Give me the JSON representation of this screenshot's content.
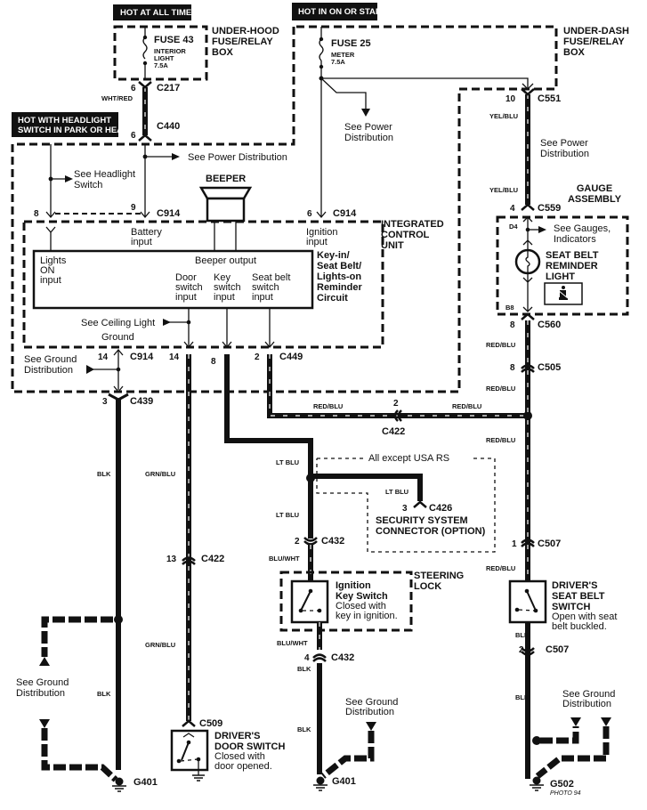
{
  "hot_labels": {
    "all_times": "HOT AT ALL TIMES",
    "on_or_start": "HOT IN ON OR START",
    "headlight_line1": "HOT WITH HEADLIGHT",
    "headlight_line2": "SWITCH IN PARK OR HEAD"
  },
  "boxes": {
    "under_hood": [
      "UNDER-HOOD",
      "FUSE/RELAY",
      "BOX"
    ],
    "under_dash": [
      "UNDER-DASH",
      "FUSE/RELAY",
      "BOX"
    ],
    "icu": [
      "INTEGRATED",
      "CONTROL",
      "UNIT"
    ],
    "gauge": [
      "GAUGE",
      "ASSEMBLY"
    ],
    "steering_lock": [
      "STEERING",
      "LOCK"
    ]
  },
  "fuses": {
    "fuse43": {
      "name": "FUSE 43",
      "desc": "INTERIOR",
      "desc2": "LIGHT",
      "rating": "7.5A"
    },
    "fuse25": {
      "name": "FUSE 25",
      "desc": "METER",
      "rating": "7.5A"
    }
  },
  "connectors": {
    "c217": "C217",
    "c440": "C440",
    "c914a": "C914",
    "c914b": "C914",
    "c914c": "C914",
    "c449": "C449",
    "c439": "C439",
    "c422a": "C422",
    "c422b": "C422",
    "c426": "C426",
    "c432a": "C432",
    "c432b": "C432",
    "c551": "C551",
    "c559": "C559",
    "c560": "C560",
    "c505": "C505",
    "c507a": "C507",
    "c507b": "C507",
    "c509": "C509",
    "g401a": "G401",
    "g401b": "G401",
    "g502": "G502"
  },
  "pins": {
    "c217": "6",
    "c440": "6",
    "c914_8": "8",
    "c914_9": "9",
    "c914_6": "6",
    "c914_14": "14",
    "c449_14": "14",
    "c449_8": "8",
    "c449_2": "2",
    "c439": "3",
    "c422_2": "2",
    "c422_13": "13",
    "c426": "3",
    "c432_2": "2",
    "c432_4": "4",
    "c551": "10",
    "c559": "4",
    "c560": "8",
    "c505": "8",
    "c507_1": "1",
    "c507_2": "2",
    "d4": "D4",
    "b8": "B8"
  },
  "wire_colors": {
    "wht_red": "WHT/RED",
    "yel_blu1": "YEL/BLU",
    "yel_blu2": "YEL/BLU",
    "red_blu1": "RED/BLU",
    "red_blu2": "RED/BLU",
    "red_blu3": "RED/BLU",
    "red_blu4": "RED/BLU",
    "red_blu5": "RED/BLU",
    "red_blu6": "RED/BLU",
    "blk1": "BLK",
    "blk2": "BLK",
    "blk3": "BLK",
    "blk4": "BLK",
    "blk5": "BLK",
    "blk6": "BLK",
    "grn_blu1": "GRN/BLU",
    "grn_blu2": "GRN/BLU",
    "lt_blu1": "LT BLU",
    "lt_blu2": "LT BLU",
    "lt_blu3": "LT BLU",
    "blu_wht1": "BLU/WHT",
    "blu_wht2": "BLU/WHT"
  },
  "refs": {
    "power_dist_1": "See Power Distribution",
    "power_dist_2": [
      "See Power",
      "Distribution"
    ],
    "power_dist_3": [
      "See Power",
      "Distribution"
    ],
    "headlight_switch": [
      "See Headlight",
      "Switch"
    ],
    "ceiling_light": "See Ceiling Light",
    "ground": "Ground",
    "ground_dist_1": [
      "See Ground",
      "Distribution"
    ],
    "ground_dist_2": [
      "See Ground",
      "Distribution"
    ],
    "ground_dist_3": [
      "See Ground",
      "Distribution"
    ],
    "ground_dist_4": [
      "See Ground",
      "Distribution"
    ],
    "gauges_ind": [
      "See Gauges,",
      "Indicators"
    ]
  },
  "components": {
    "beeper": "BEEPER",
    "battery_input": [
      "Battery",
      "input"
    ],
    "ignition_input": [
      "Ignition",
      "input"
    ],
    "lights_on_input": [
      "Lights",
      "ON",
      "input"
    ],
    "beeper_output": "Beeper output",
    "door_input": [
      "Door",
      "switch",
      "input"
    ],
    "key_input": [
      "Key",
      "switch",
      "input"
    ],
    "seatbelt_input": [
      "Seat  belt",
      "switch",
      "input"
    ],
    "reminder_circuit": [
      "Key-in/",
      "Seat Belt/",
      "Lights-on",
      "Reminder",
      "Circuit"
    ],
    "seatbelt_light": [
      "SEAT BELT",
      "REMINDER",
      "LIGHT"
    ],
    "security_note": "All except USA RS",
    "security_conn": [
      "SECURITY SYSTEM",
      "CONNECTOR (OPTION)"
    ],
    "ign_switch": {
      "title": [
        "Ignition",
        "Key Switch"
      ],
      "desc": [
        "Closed with",
        "key in ignition."
      ]
    },
    "seatbelt_switch": {
      "title": [
        "DRIVER'S",
        "SEAT BELT",
        "SWITCH"
      ],
      "desc": [
        "Open with seat",
        "belt buckled."
      ]
    },
    "door_switch": {
      "title": [
        "DRIVER'S",
        "DOOR SWITCH"
      ],
      "desc": [
        "Closed with",
        "door opened."
      ]
    }
  },
  "photo_ref": "PHOTO 94"
}
